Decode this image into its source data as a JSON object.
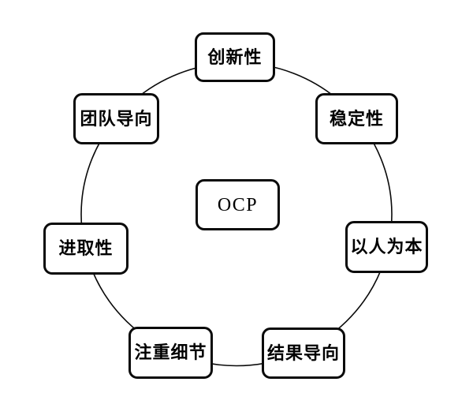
{
  "diagram": {
    "type": "cycle-diagram",
    "center": {
      "label": "OCP"
    },
    "nodes": [
      {
        "id": "innovation",
        "label": "创新性",
        "position": "top"
      },
      {
        "id": "stability",
        "label": "稳定性",
        "position": "top-right"
      },
      {
        "id": "people-oriented",
        "label": "以人为本",
        "position": "right"
      },
      {
        "id": "result-oriented",
        "label": "结果导向",
        "position": "bottom-right"
      },
      {
        "id": "attention-to-detail",
        "label": "注重细节",
        "position": "bottom-left"
      },
      {
        "id": "enterprising",
        "label": "进取性",
        "position": "left"
      },
      {
        "id": "team-oriented",
        "label": "团队导向",
        "position": "top-left"
      }
    ],
    "colors": {
      "stroke": "#0a0a0a",
      "node_fill": "#ffffff",
      "text": "#000000",
      "background": "#ffffff"
    }
  }
}
